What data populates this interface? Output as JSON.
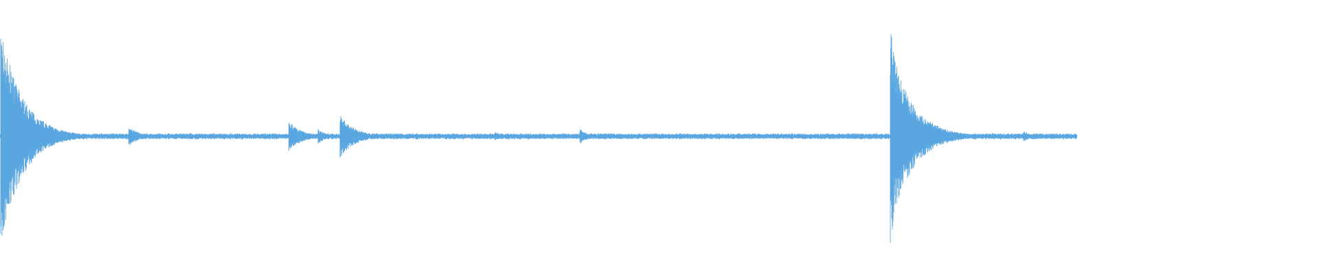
{
  "waveform": {
    "color": "#5aa6e0",
    "background": "#ffffff",
    "peak_scale": 1.0,
    "baseline_amplitude": 0.03,
    "seed": 7,
    "transients": [
      {
        "t": 0.0004,
        "amp": 1.0,
        "decay": 0.02
      },
      {
        "t": 0.018,
        "amp": 0.38,
        "decay": 0.018
      },
      {
        "t": 0.1195,
        "amp": 0.09,
        "decay": 0.01
      },
      {
        "t": 0.268,
        "amp": 0.14,
        "decay": 0.012
      },
      {
        "t": 0.295,
        "amp": 0.07,
        "decay": 0.008
      },
      {
        "t": 0.3155,
        "amp": 0.2,
        "decay": 0.014
      },
      {
        "t": 0.459,
        "amp": 0.04,
        "decay": 0.01
      },
      {
        "t": 0.538,
        "amp": 0.07,
        "decay": 0.008
      },
      {
        "t": 0.8265,
        "amp": 1.0,
        "decay": 0.012
      },
      {
        "t": 0.829,
        "amp": 0.75,
        "decay": 0.02
      },
      {
        "t": 0.8435,
        "amp": 0.28,
        "decay": 0.02
      },
      {
        "t": 0.95,
        "amp": 0.05,
        "decay": 0.008
      }
    ]
  }
}
